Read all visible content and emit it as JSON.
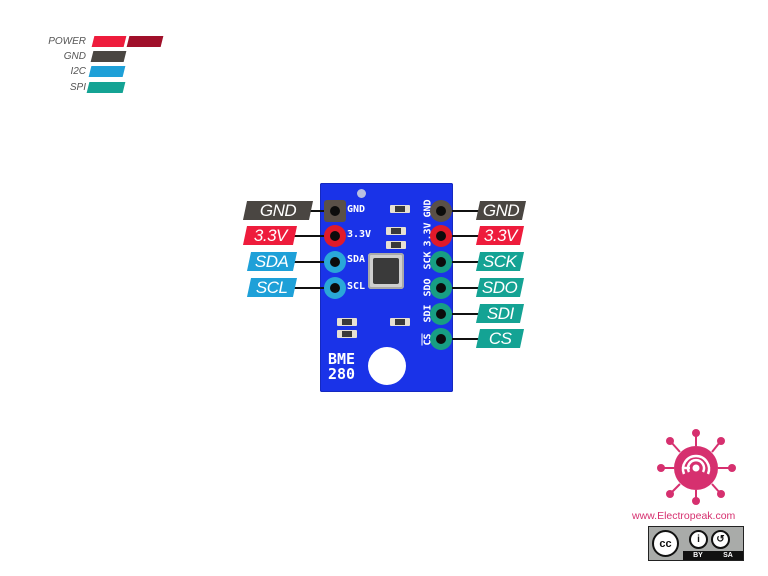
{
  "legend": {
    "items": [
      {
        "label": "POWER",
        "colors": [
          "#ee1c3c",
          "#a0102a"
        ]
      },
      {
        "label": "GND",
        "colors": [
          "#4a4642"
        ]
      },
      {
        "label": "I2C",
        "colors": [
          "#1ea0d8"
        ]
      },
      {
        "label": "SPI",
        "colors": [
          "#14a394"
        ]
      }
    ]
  },
  "board": {
    "name_line1": "BME",
    "name_line2": "280",
    "color": "#1a33e8",
    "left_silk": [
      "GND",
      "3.3V",
      "SDA",
      "SCL"
    ],
    "right_silk": [
      "GND",
      "3.3V",
      "SCK",
      "SDO",
      "SDI",
      "CS"
    ]
  },
  "left_pins": [
    {
      "label": "GND",
      "color": "#4a4642",
      "pad": "#5a5048"
    },
    {
      "label": "3.3V",
      "color": "#ee1c3c",
      "pad": "#e01a2a"
    },
    {
      "label": "SDA",
      "color": "#1ea0d8",
      "pad": "#2aa8d8"
    },
    {
      "label": "SCL",
      "color": "#1ea0d8",
      "pad": "#2aa8d8"
    }
  ],
  "right_pins": [
    {
      "label": "GND",
      "color": "#4a4642",
      "pad": "#5a5048"
    },
    {
      "label": "3.3V",
      "color": "#ee1c3c",
      "pad": "#e01a2a"
    },
    {
      "label": "SCK",
      "color": "#14a394",
      "pad": "#179e84"
    },
    {
      "label": "SDO",
      "color": "#14a394",
      "pad": "#179e84"
    },
    {
      "label": "SDI",
      "color": "#14a394",
      "pad": "#179e84"
    },
    {
      "label": "CS",
      "color": "#14a394",
      "pad": "#179e84"
    }
  ],
  "branding": {
    "website": "www.Electropeak.com",
    "logo_color": "#d6306f",
    "license": {
      "cc": "cc",
      "by": "BY",
      "sa": "SA"
    }
  }
}
